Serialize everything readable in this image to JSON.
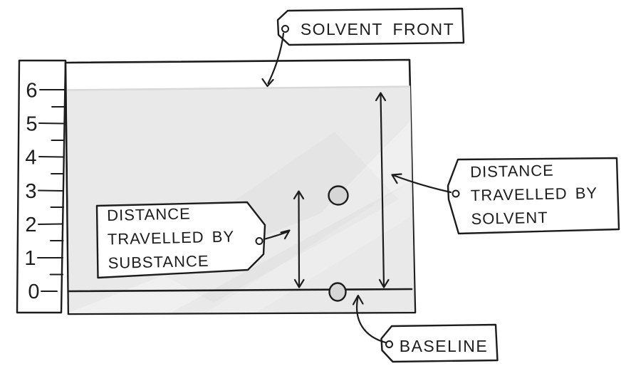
{
  "ruler": {
    "tick_labels": [
      "6",
      "5",
      "4",
      "3",
      "2",
      "1",
      "0"
    ]
  },
  "tags": {
    "solvent_front": {
      "label": "SOLVENT FRONT"
    },
    "distance_travelled_by_solvent": {
      "lines": [
        "DISTANCE",
        "TRAVELLED BY",
        "SOLVENT"
      ]
    },
    "distance_travelled_by_substance": {
      "lines": [
        "DISTANCE",
        "TRAVELLED BY",
        "SUBSTANCE"
      ]
    },
    "baseline": {
      "label": "BASELINE"
    }
  },
  "measurements": {
    "solvent_front_ruler_value": 6,
    "baseline_ruler_value": 0,
    "substance_spot_ruler_value": 3
  },
  "colors": {
    "ink": "#1c1c1c",
    "wet": "#e9e9e9",
    "spot": "#d6d6d6",
    "paper": "#ffffff"
  }
}
